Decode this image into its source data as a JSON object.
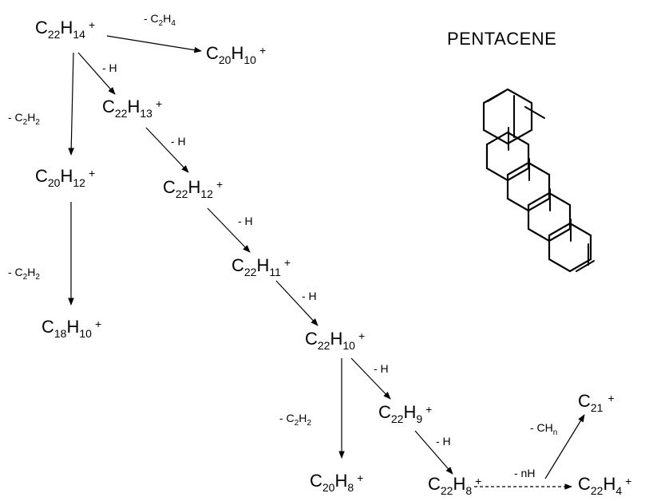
{
  "title": "PENTACENE",
  "species": {
    "c22h14": {
      "el1": "C",
      "n1": "22",
      "el2": "H",
      "n2": "14",
      "charge": "+"
    },
    "c20h10": {
      "el1": "C",
      "n1": "20",
      "el2": "H",
      "n2": "10",
      "charge": "+"
    },
    "c22h13": {
      "el1": "C",
      "n1": "22",
      "el2": "H",
      "n2": "13",
      "charge": "+"
    },
    "c20h12": {
      "el1": "C",
      "n1": "20",
      "el2": "H",
      "n2": "12",
      "charge": "+"
    },
    "c22h12": {
      "el1": "C",
      "n1": "22",
      "el2": "H",
      "n2": "12",
      "charge": "+"
    },
    "c22h11": {
      "el1": "C",
      "n1": "22",
      "el2": "H",
      "n2": "11",
      "charge": "+"
    },
    "c18h10": {
      "el1": "C",
      "n1": "18",
      "el2": "H",
      "n2": "10",
      "charge": "+"
    },
    "c22h10": {
      "el1": "C",
      "n1": "22",
      "el2": "H",
      "n2": "10",
      "charge": "+"
    },
    "c22h9": {
      "el1": "C",
      "n1": "22",
      "el2": "H",
      "n2": "9",
      "charge": "+"
    },
    "c21": {
      "el1": "C",
      "n1": "21",
      "charge": "+"
    },
    "c20h8": {
      "el1": "C",
      "n1": "20",
      "el2": "H",
      "n2": "8",
      "charge": "+"
    },
    "c22h8": {
      "el1": "C",
      "n1": "22",
      "el2": "H",
      "n2": "8",
      "charge": "+"
    },
    "c22h4": {
      "el1": "C",
      "n1": "22",
      "el2": "H",
      "n2": "4",
      "charge": "+"
    }
  },
  "losses": {
    "c2h4_top": {
      "prefix": "- C",
      "sub1": "2",
      "mid": "H",
      "sub2": "4"
    },
    "h_1": {
      "text": "- H"
    },
    "c2h2_1": {
      "prefix": "- C",
      "sub1": "2",
      "mid": "H",
      "sub2": "2"
    },
    "h_2": {
      "text": "- H"
    },
    "h_3": {
      "text": "- H"
    },
    "c2h2_2": {
      "prefix": "- C",
      "sub1": "2",
      "mid": "H",
      "sub2": "2"
    },
    "h_4": {
      "text": "- H"
    },
    "h_5": {
      "text": "- H"
    },
    "c2h2_3": {
      "prefix": "- C",
      "sub1": "2",
      "mid": "H",
      "sub2": "2"
    },
    "h_6": {
      "text": "- H"
    },
    "chn": {
      "prefix": "- CH",
      "sub1": "n"
    },
    "nh": {
      "text": "- nH"
    }
  }
}
